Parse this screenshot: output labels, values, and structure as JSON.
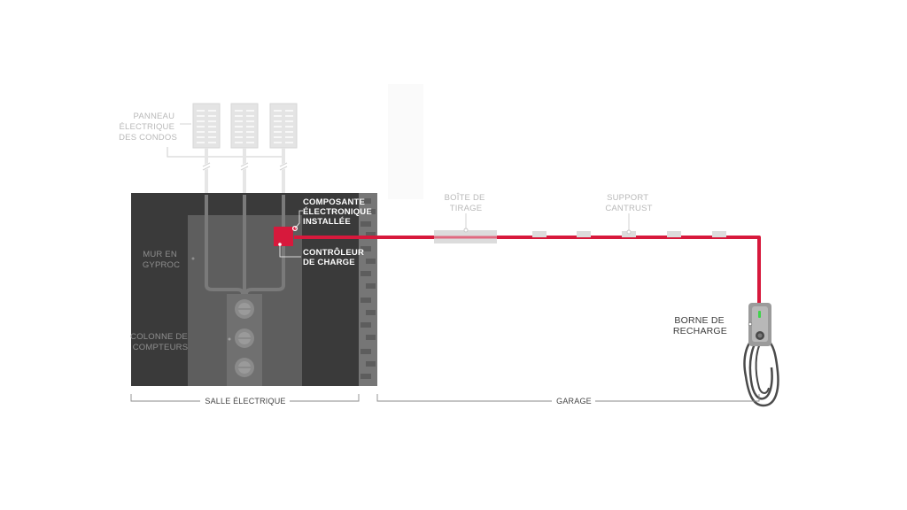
{
  "labels": {
    "panel": [
      "PANNEAU",
      "ÉLECTRIQUE",
      "DES CONDOS"
    ],
    "wall": [
      "MUR EN",
      "GYPROC"
    ],
    "meters": [
      "COLONNE DE",
      "COMPTEURS"
    ],
    "component": [
      "COMPOSANTE",
      "ÉLECTRONIQUE",
      "INSTALLÉE"
    ],
    "controller": [
      "CONTRÔLEUR",
      "DE CHARGE"
    ],
    "pull_box": [
      "BOÎTE DE",
      "TIRAGE"
    ],
    "support": [
      "SUPPORT",
      "CANTRUST"
    ],
    "charger": [
      "BORNE DE",
      "RECHARGE"
    ],
    "zone_electric_room": "SALLE ÉLECTRIQUE",
    "zone_garage": "GARAGE"
  },
  "colors": {
    "cable": "#d7193c",
    "room": "#3a3a3a",
    "meter_column": "#5e5e5e",
    "brick": "#767676",
    "panel": "#e4e4e4",
    "charger_led": "#3fd34b"
  },
  "icons": {
    "panel": "electrical-panel-icon",
    "meter": "electric-meter-icon",
    "charger": "ev-charger-icon"
  }
}
